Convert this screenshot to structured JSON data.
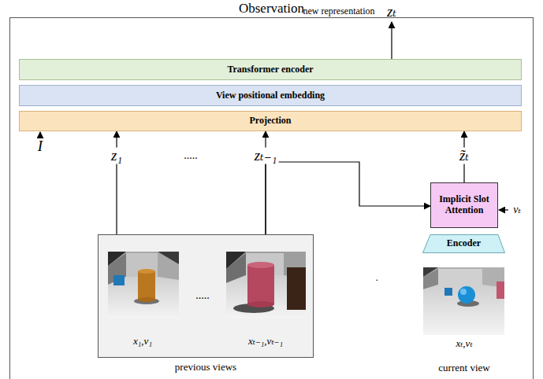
{
  "diagram": {
    "nodes": [
      {
        "text": [
          "Observation"
        ]
      },
      {
        "text": [
          "Transformer encoder"
        ],
        "in": 0
      },
      {
        "text": [
          "View positional embedding"
        ],
        "in": 0
      },
      {
        "text": [
          "Projection"
        ],
        "in": 0
      },
      {
        "text": [
          "previous views"
        ],
        "in": 0
      },
      {
        "text": [
          "Implicit Slot Attention"
        ],
        "in": 0
      },
      {
        "text": [
          "Encoder"
        ],
        "in": 0
      }
    ],
    "edges": [
      {
        "from": 4,
        "to": 3,
        "arrow": "to",
        "label": "z₁"
      },
      {
        "from": 4,
        "to": 3,
        "arrow": "to",
        "label": "zₜ₋₁"
      },
      {
        "from": 4,
        "to": 5,
        "arrow": "to"
      },
      {
        "from": 5,
        "to": 3,
        "arrow": "to",
        "label": "z̃ₜ"
      }
    ],
    "labels": [
      "new representation",
      "zₜ",
      "I",
      ".....",
      "x₁,v₁",
      ".....",
      "xₜ₋₁,vₜ₋₁",
      ".",
      "xₜ,vₜ",
      "vₜ",
      "current view"
    ]
  }
}
